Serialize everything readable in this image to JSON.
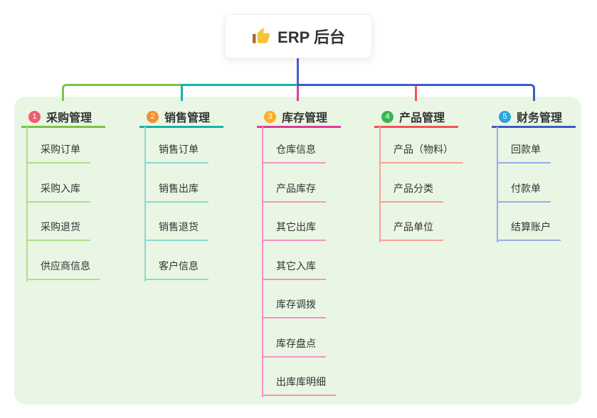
{
  "root": {
    "label": "ERP 后台",
    "icon": "thumbs-up-icon"
  },
  "branches": [
    {
      "index": "1",
      "label": "采购管理",
      "badge_color": "#f25c6d",
      "line_color": "#7fc144",
      "sub_line_color": "#b2dd8b",
      "items": [
        "采购订单",
        "采购入库",
        "采购退货",
        "供应商信息"
      ]
    },
    {
      "index": "2",
      "label": "销售管理",
      "badge_color": "#f98e31",
      "line_color": "#13b5a7",
      "sub_line_color": "#8ad9d0",
      "items": [
        "销售订单",
        "销售出库",
        "销售退货",
        "客户信息"
      ]
    },
    {
      "index": "3",
      "label": "库存管理",
      "badge_color": "#fbae27",
      "line_color": "#e23a97",
      "sub_line_color": "#f493c6",
      "items": [
        "仓库信息",
        "产品库存",
        "其它出库",
        "其它入库",
        "库存调拨",
        "库存盘点",
        "出库库明细"
      ]
    },
    {
      "index": "4",
      "label": "产品管理",
      "badge_color": "#3bb553",
      "line_color": "#f4534f",
      "sub_line_color": "#f9a09b",
      "items": [
        "产品（物料）",
        "产品分类",
        "产品单位"
      ]
    },
    {
      "index": "5",
      "label": "财务管理",
      "badge_color": "#29a5de",
      "line_color": "#3c5dc2",
      "sub_line_color": "#9aabe6",
      "items": [
        "回款单",
        "付款单",
        "结算账户"
      ]
    }
  ],
  "colors": {
    "root_edge": "#4a5fc6",
    "panel_bg": "#e9f6e4",
    "text": "#333333",
    "thumb_yellow": "#f7c437",
    "thumb_cuff": "#a9642c"
  }
}
